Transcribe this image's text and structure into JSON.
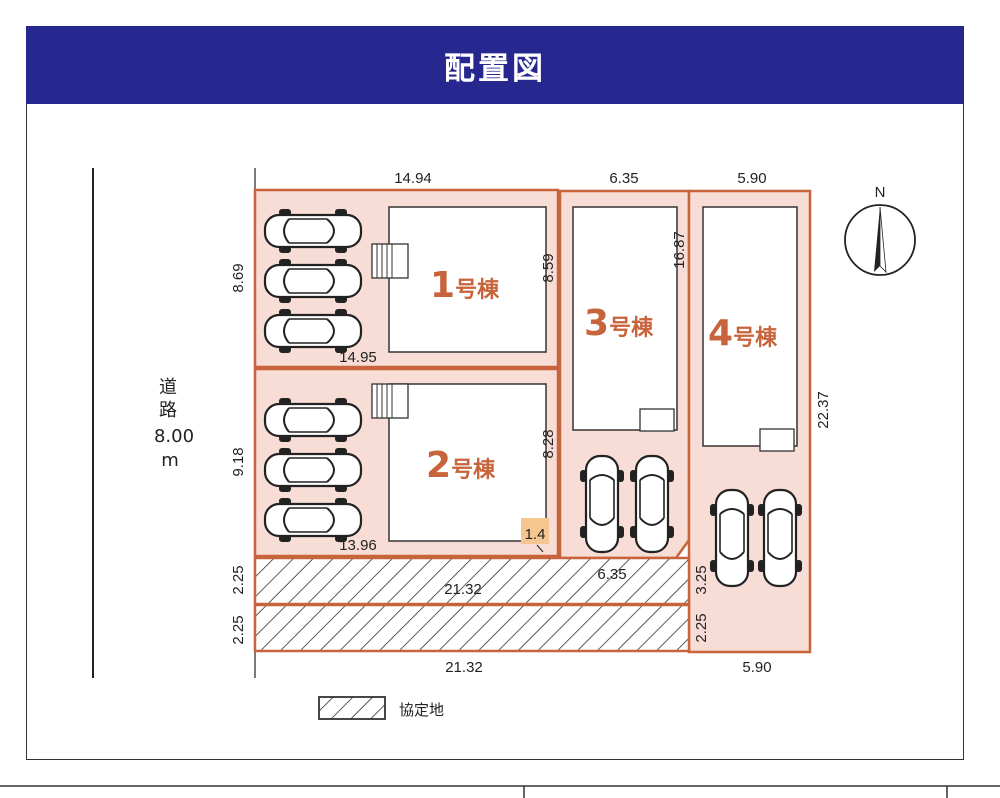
{
  "header": {
    "title": "配置図"
  },
  "road": {
    "label_line1": "道",
    "label_line2": "路",
    "width": "8.00",
    "unit": "m"
  },
  "buildings": [
    {
      "main": "1",
      "suffix": "号棟"
    },
    {
      "main": "2",
      "suffix": "号棟"
    },
    {
      "main": "3",
      "suffix": "号棟"
    },
    {
      "main": "4",
      "suffix": "号棟"
    }
  ],
  "dimensions": {
    "lot1_top": "14.94",
    "lot1_left": "8.69",
    "lot1_inner_bottom": "14.95",
    "lot1_inner_right": "8.59",
    "lot2_left": "9.18",
    "lot2_inner_bottom": "13.96",
    "lot2_inner_right": "8.28",
    "lot2_corner": "1.4",
    "lot3_top": "6.35",
    "lot3_right": "16.87",
    "lot3_bottom": "6.35",
    "lot4_top": "5.90",
    "lot4_right": "22.37",
    "lot4_bottom": "5.90",
    "lot4_left_a": "3.25",
    "lot4_left_b": "2.25",
    "strip1_width": "2.25",
    "strip1_length": "21.32",
    "strip2_width": "2.25",
    "strip2_length": "21.32"
  },
  "compass": {
    "label": "N"
  },
  "legend": {
    "label": "協定地"
  },
  "colors": {
    "lot_fill": "#f7ddd5",
    "lot_border": "#c8643c",
    "header_bg": "#27288f",
    "building_text": "#c8643c"
  }
}
